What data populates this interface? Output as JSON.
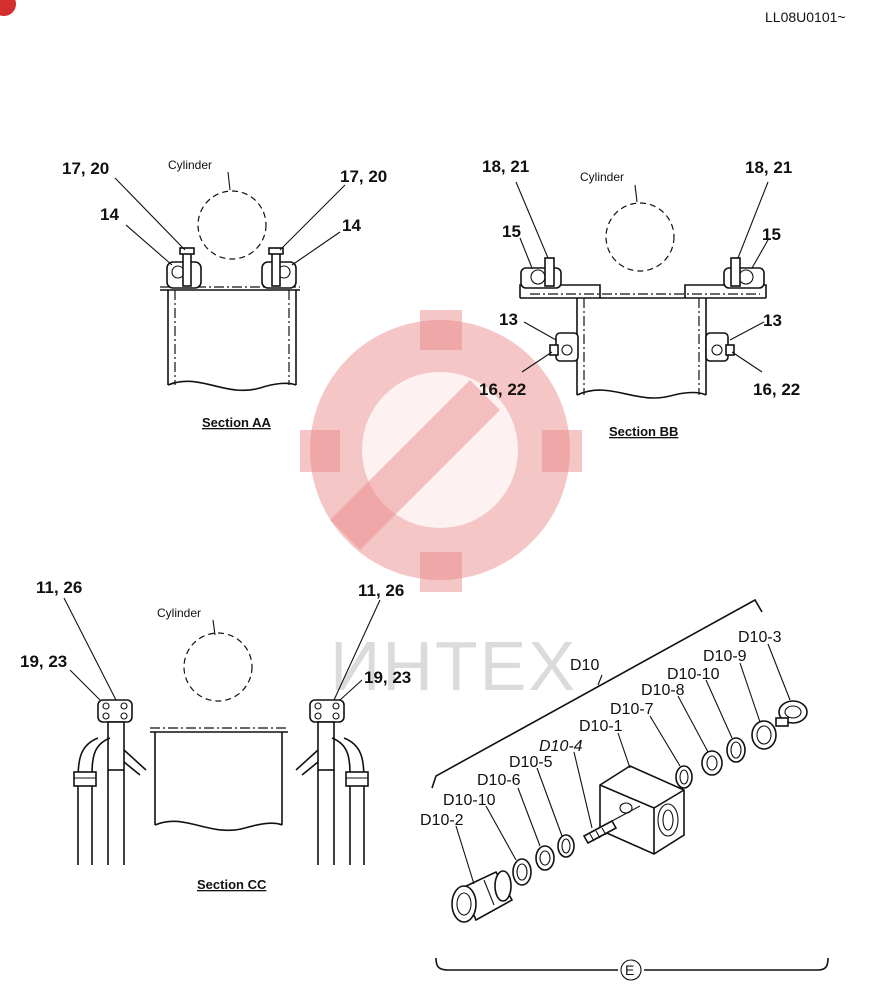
{
  "header": {
    "code": "LL08U0101~"
  },
  "watermark": {
    "text": "ИНТЕХ"
  },
  "section_aa": {
    "title": "Section AA",
    "cylinder": "Cylinder",
    "left_top": "17, 20",
    "left_mid": "14",
    "right_top": "17, 20",
    "right_mid": "14"
  },
  "section_bb": {
    "title": "Section BB",
    "cylinder": "Cylinder",
    "left_top": "18, 21",
    "left_mid": "15",
    "right_top": "18, 21",
    "right_mid": "15",
    "left_low": "13",
    "left_bottom": "16, 22",
    "right_low": "13",
    "right_bottom": "16, 22"
  },
  "section_cc": {
    "title": "Section CC",
    "cylinder": "Cylinder",
    "left_top": "11, 26",
    "left_mid": "19, 23",
    "right_top": "11, 26",
    "right_mid": "19, 23"
  },
  "detail_e": {
    "group": "D10",
    "marker": "E",
    "parts": [
      "D10-3",
      "D10-9",
      "D10-10",
      "D10-8",
      "D10-7",
      "D10-1",
      "D10-4",
      "D10-5",
      "D10-6",
      "D10-10",
      "D10-2"
    ]
  }
}
